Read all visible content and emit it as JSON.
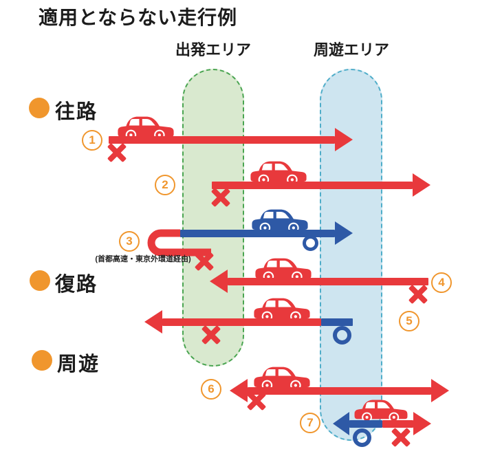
{
  "title": "適用とならない走行例",
  "zones": {
    "departure": {
      "label": "出発エリア"
    },
    "tour": {
      "label": "周遊エリア"
    }
  },
  "sections": {
    "outbound": {
      "label": "往路"
    },
    "return": {
      "label": "復路"
    },
    "round": {
      "label": "周遊"
    }
  },
  "examples": [
    {
      "number": "1"
    },
    {
      "number": "2"
    },
    {
      "number": "3"
    },
    {
      "number": "4"
    },
    {
      "number": "5"
    },
    {
      "number": "6"
    },
    {
      "number": "7"
    }
  ],
  "example3_note": "(首都高速・東京外環道経由)",
  "colors": {
    "red": "#e8393c",
    "blue": "#2e59a6",
    "orange": "#f0962d",
    "zone_departure_fill": "#d9e9cf",
    "zone_departure_border": "#4aa551",
    "zone_tour_fill": "#cee5f0",
    "zone_tour_border": "#4fadc9"
  }
}
